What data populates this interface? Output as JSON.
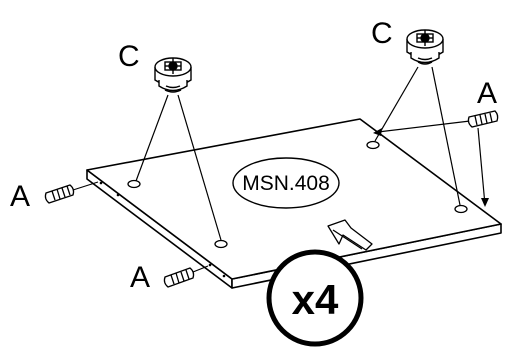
{
  "diagram": {
    "part_code": "MSN.408",
    "quantity_badge": "x4",
    "labels": {
      "dowel_left": "A",
      "dowel_bottom": "A",
      "dowel_right": "A",
      "cam_lock_left": "C",
      "cam_lock_right": "C"
    },
    "colors": {
      "line": "#000000",
      "background": "#ffffff"
    }
  }
}
